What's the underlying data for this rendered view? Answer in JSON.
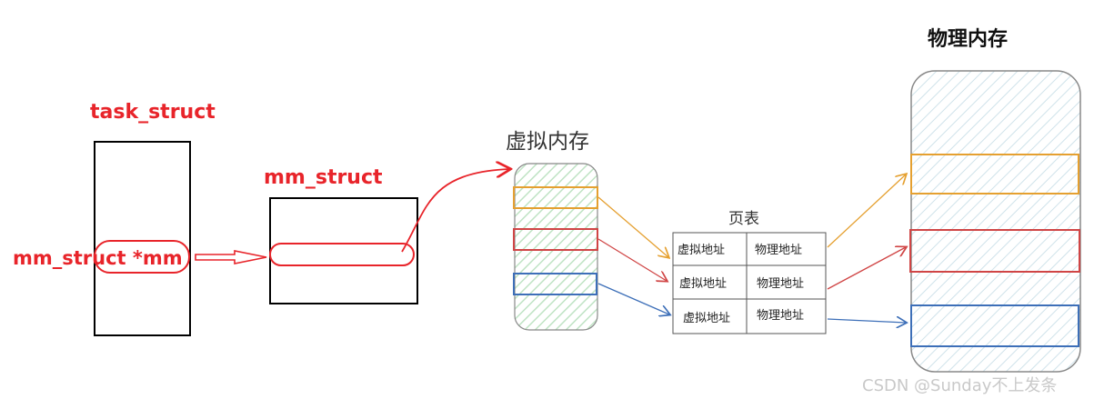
{
  "labels": {
    "task_struct": "task_struct",
    "mm_struct": "mm_struct",
    "mm_pointer": "mm_struct *mm",
    "virtual_memory": "虚拟内存",
    "page_table": "页表",
    "physical_memory": "物理内存"
  },
  "page_table": {
    "rows": [
      [
        "虚拟地址",
        "物理地址"
      ],
      [
        "虚拟地址",
        "物理地址"
      ],
      [
        "虚拟地址",
        "物理地址"
      ]
    ]
  },
  "watermark": "CSDN @Sunday不上发条",
  "colors": {
    "red_label": "#e8242a",
    "orange": "#e5a030",
    "red_block": "#d04545",
    "blue": "#3d6fb8",
    "green_hatch": "#bfe3c4",
    "blue_hatch": "#c6dce6"
  }
}
